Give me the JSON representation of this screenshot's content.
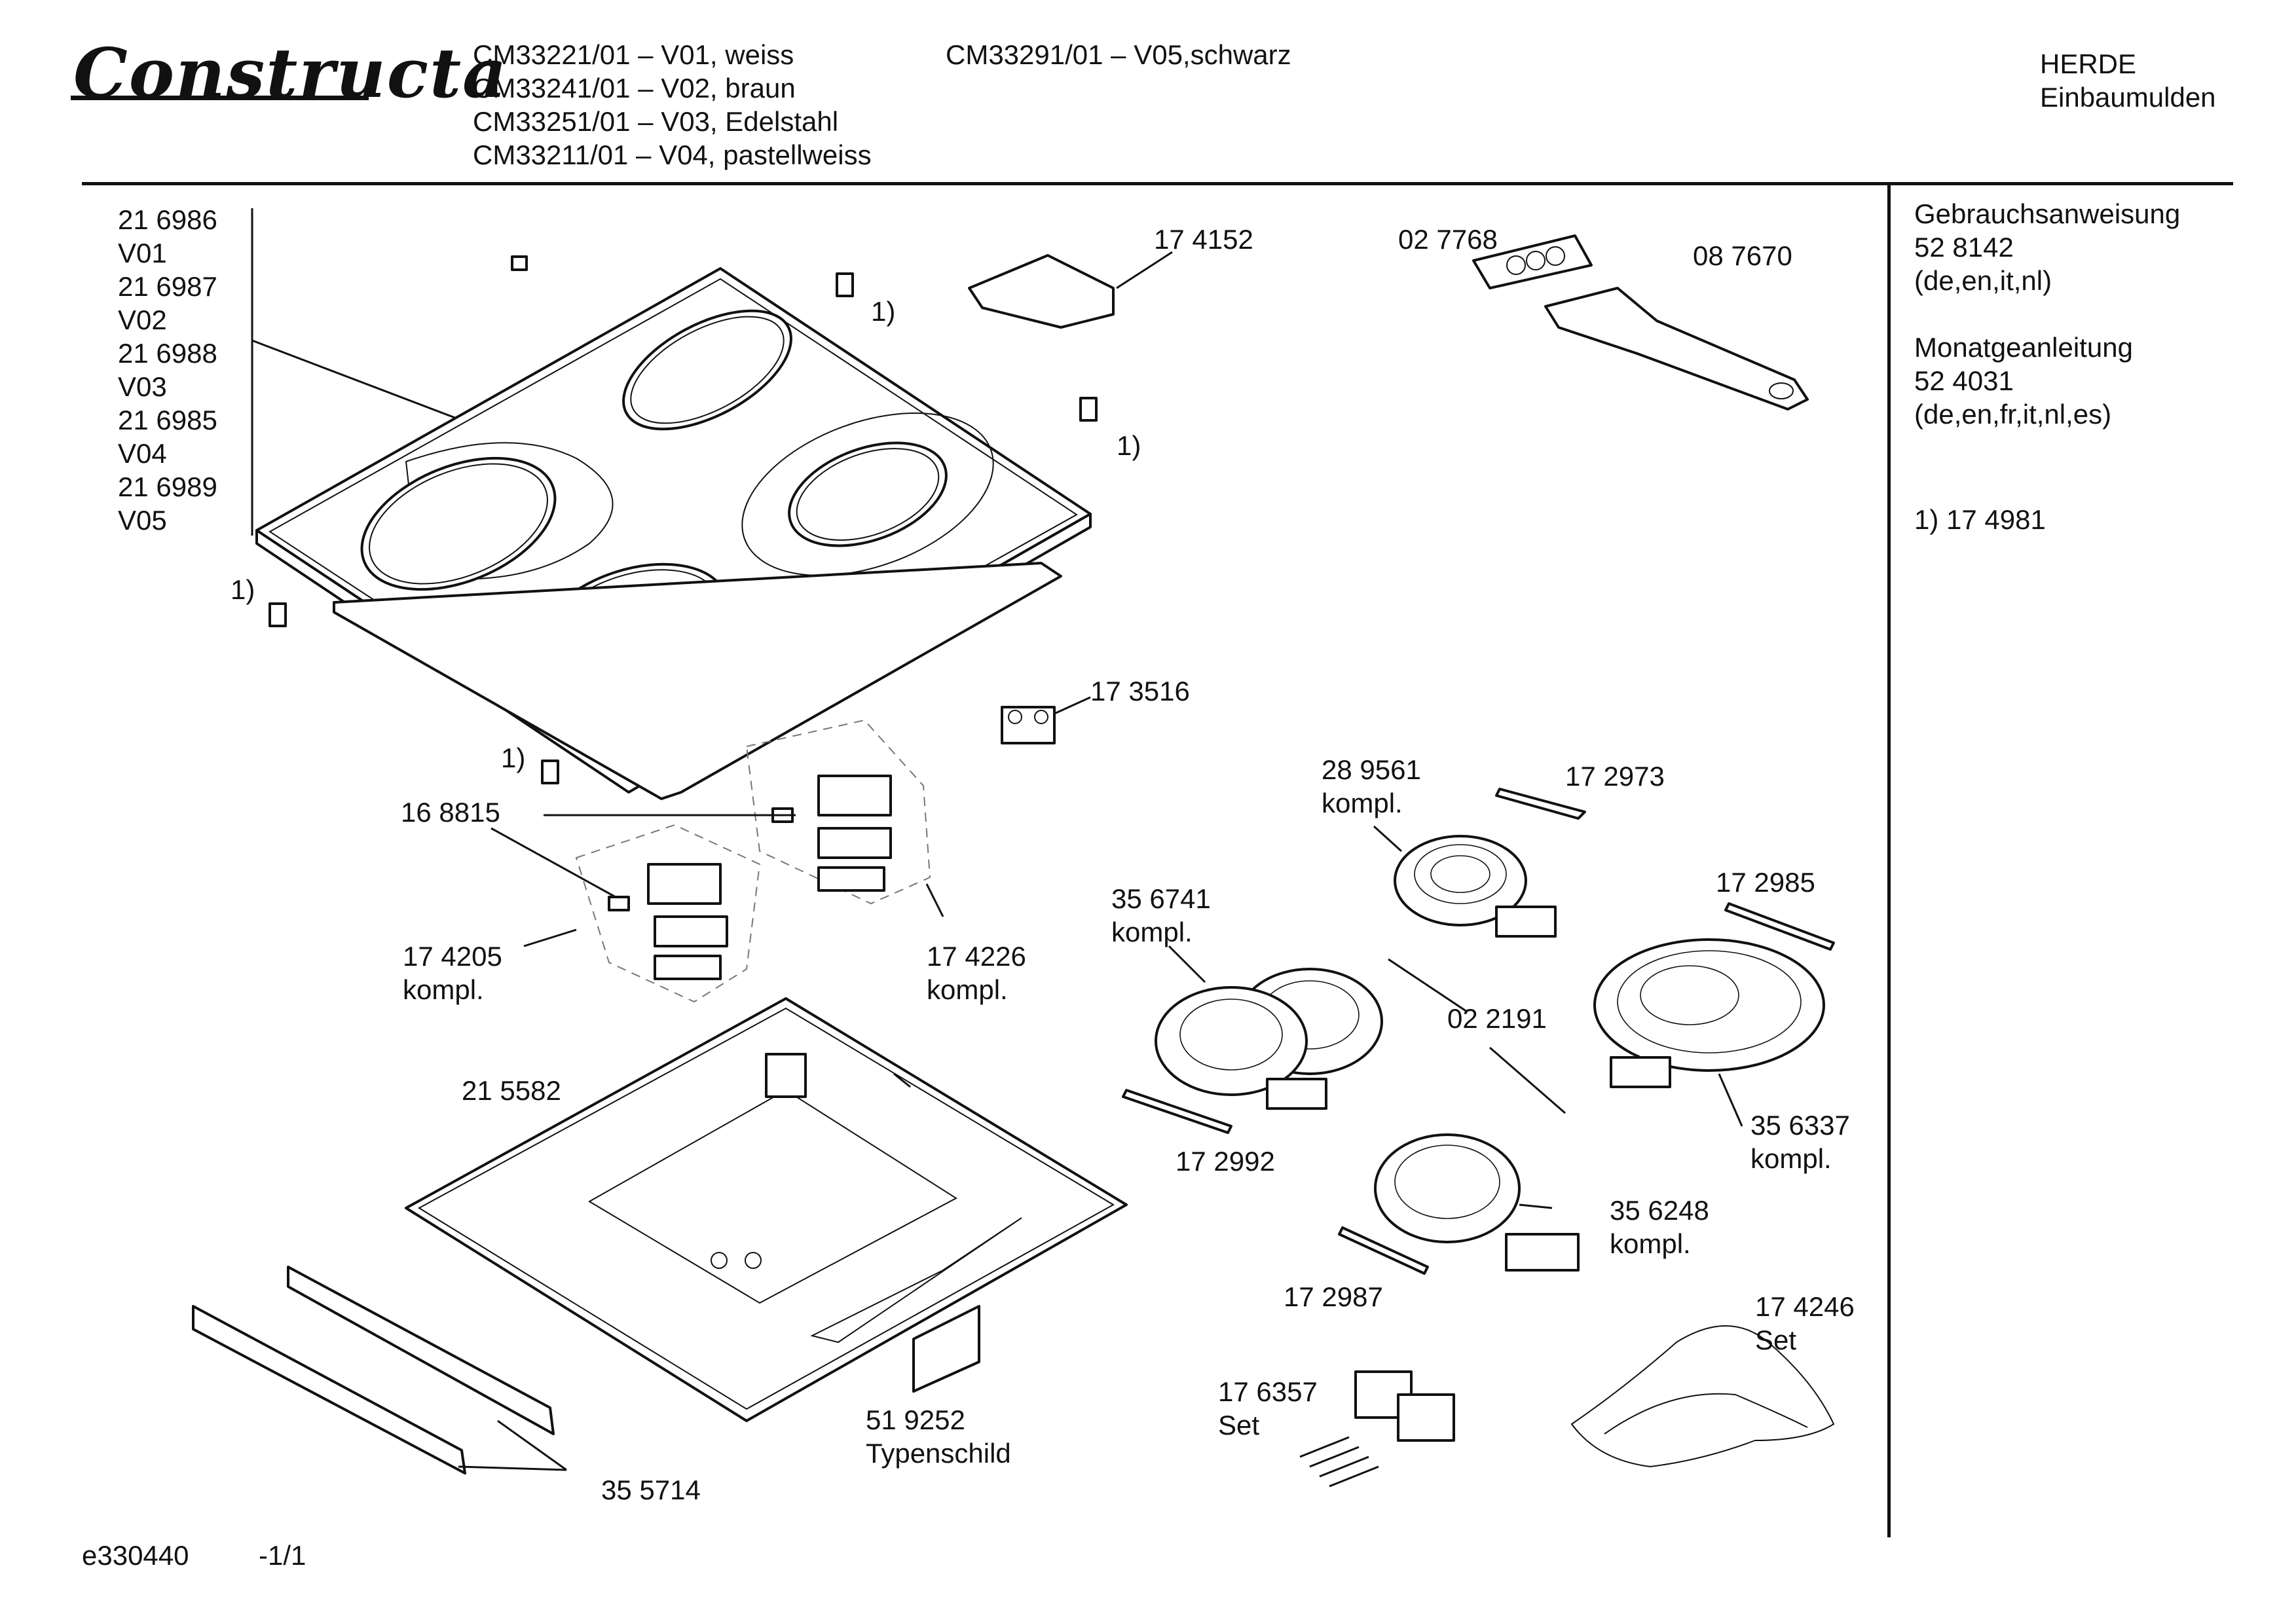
{
  "header": {
    "brand": "Constructa",
    "models_col1": [
      "CM33221/01 – V01, weiss",
      "CM33241/01 – V02, braun",
      "CM33251/01 – V03, Edelstahl",
      "CM33211/01 – V04, pastellweiss"
    ],
    "models_col2": [
      "CM33291/01 – V05,schwarz"
    ],
    "category": [
      "HERDE",
      "Einbaumulden"
    ]
  },
  "sidebar": {
    "manual_label": "Gebrauchsanweisung",
    "manual_number": "52 8142",
    "manual_langs": "(de,en,it,nl)",
    "install_label": "Monatgeanleitung",
    "install_number": "52 4031",
    "install_langs": "(de,en,fr,it,nl,es)",
    "footnote": "1) 17 4981"
  },
  "variant_list": [
    "21 6986",
    "V01",
    "21 6987",
    "V02",
    "21 6988",
    "V03",
    "21 6985",
    "V04",
    "21 6989",
    "V05"
  ],
  "callouts": {
    "c174152": "17 4152",
    "c027768": "02 7768",
    "c087670": "08 7670",
    "fn1": "1)",
    "fn2": "1)",
    "fn3": "1)",
    "fn4": "1)",
    "c173516": "17 3516",
    "c168815": "16 8815",
    "c289561": "28 9561",
    "c289561b": "kompl.",
    "c172973": "17 2973",
    "c172985": "17 2985",
    "c356741": "35 6741",
    "c356741b": "kompl.",
    "c174205": "17 4205",
    "c174205b": "kompl.",
    "c174226": "17 4226",
    "c174226b": "kompl.",
    "c022191": "02 2191",
    "c215582": "21 5582",
    "c172992": "17 2992",
    "c356337": "35 6337",
    "c356337b": "kompl.",
    "c356248": "35 6248",
    "c356248b": "kompl.",
    "c172987": "17 2987",
    "c174246": "17 4246",
    "c174246b": "Set",
    "c176357": "17 6357",
    "c176357b": "Set",
    "c519252": "51 9252",
    "c519252b": "Typenschild",
    "c355714": "35 5714"
  },
  "footer": {
    "doc_id": "e330440",
    "page": "-1/1"
  }
}
